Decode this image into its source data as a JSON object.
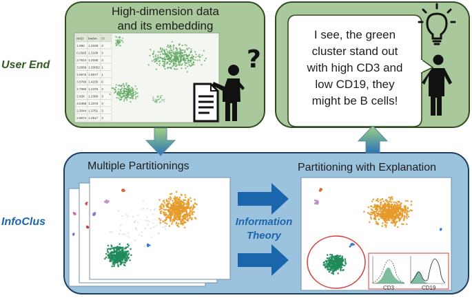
{
  "user_end": {
    "label": "User End",
    "data_title_line1": "High-dimension data",
    "data_title_line2": "and its embedding",
    "insight_line1": "I see, the green",
    "insight_line2": "cluster stand out",
    "insight_line3": "with high CD3 and",
    "insight_line4": "low CD19, they",
    "insight_line5": "might be B cells!"
  },
  "infoclus": {
    "label": "InfoClus",
    "left_title": "Multiple Partitionings",
    "right_title": "Partitioning with Explanation",
    "center_line1": "Information",
    "center_line2": "Theory",
    "feature_1": "CD3",
    "feature_2": "CD19"
  },
  "table_values": [
    [
      "MAD",
      "km6m",
      "Cl"
    ],
    [
      "1.092",
      "1.2038",
      "3"
    ],
    [
      "0.2565",
      "1.3108",
      "3"
    ],
    [
      "2.7514",
      "1.2035",
      "3"
    ],
    [
      "3.2658",
      "1.03052",
      "1"
    ],
    [
      "2.8676",
      "1.9677",
      "1"
    ],
    [
      "3.5768",
      "1.4235",
      "6"
    ],
    [
      "2.7050",
      "1.2476",
      "3"
    ],
    [
      "2.926",
      "1.2389",
      "3"
    ],
    [
      "3.0458",
      "1.3376",
      "3"
    ],
    [
      "2.3044",
      "1.3761",
      "3"
    ],
    [
      "2.8674",
      "1.2517",
      "3"
    ]
  ],
  "colors": {
    "user_panel_fill": "#a9c89b",
    "user_panel_stroke": "#2f4a1e",
    "infoclus_panel_fill": "#9cc3de",
    "infoclus_panel_stroke": "#1e3d5c",
    "user_label": "#2f5b1f",
    "infoclus_label": "#1b65ad",
    "orange_cluster": "#e59a2a",
    "green_cluster": "#1f8a5a",
    "arrow_fill": "#1b65ad",
    "selection_ring": "#d63a3a"
  }
}
